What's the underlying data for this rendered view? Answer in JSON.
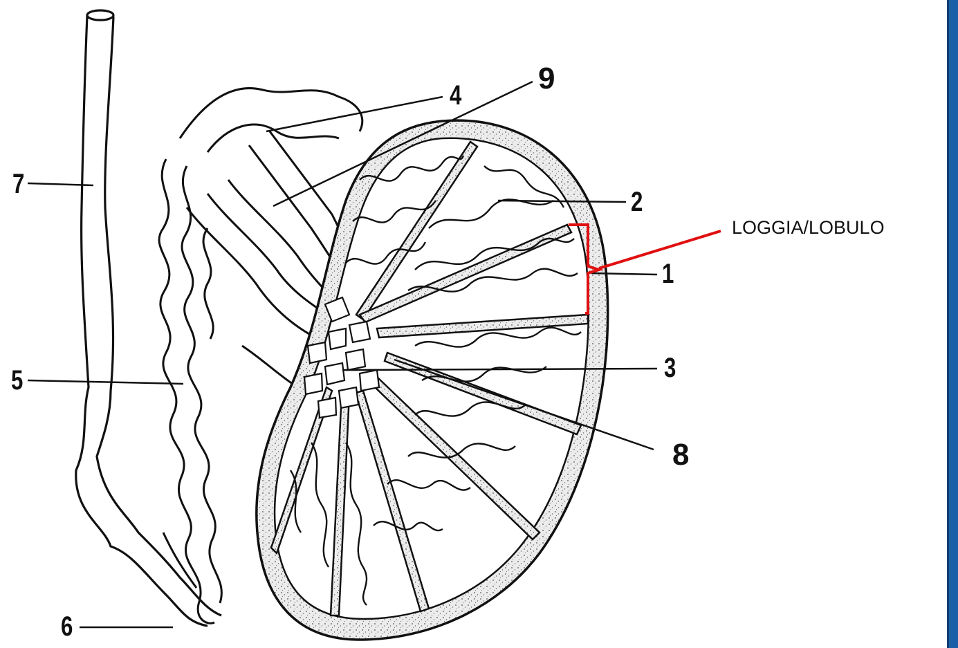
{
  "labels": {
    "l1": "1",
    "l2": "2",
    "l3": "3",
    "l4": "4",
    "l5": "5",
    "l6": "6",
    "l7": "7",
    "l8": "8",
    "l9": "9"
  },
  "callout": {
    "text": "LOGGIA/LOBULO",
    "color": "#e01010"
  },
  "colors": {
    "ink": "#111111",
    "tunica": "#e9e9e9",
    "frame": "#1d5fa6"
  }
}
